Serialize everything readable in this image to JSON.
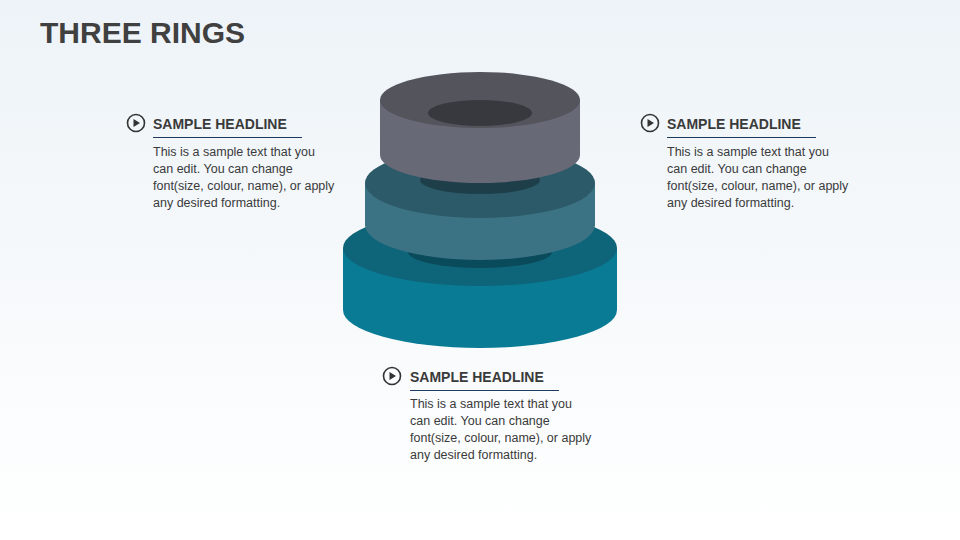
{
  "diagram": {
    "title": "THREE RINGS",
    "labels": [
      "SAMPLE HEADLINE",
      "This is a sample text that you can edit. You can change font(size, colour, name), or apply any desired formatting.",
      "SAMPLE HEADLINE",
      "This is a sample text that you can edit. You can change font(size, colour, name), or apply any desired formatting.",
      "SAMPLE HEADLINE",
      "This is a sample text that you can edit. You can change font(size, colour, name), or apply any desired formatting."
    ]
  }
}
